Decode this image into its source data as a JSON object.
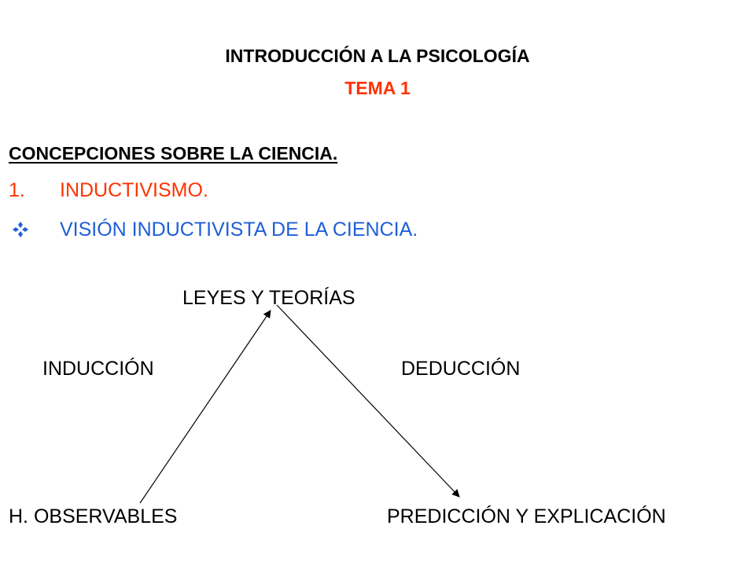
{
  "slide": {
    "title": "INTRODUCCIÓN A LA PSICOLOGÍA",
    "subtitle": "TEMA 1",
    "heading": "CONCEPCIONES SOBRE LA CIENCIA.",
    "numbered_item": {
      "number": "1.",
      "text": "INDUCTIVISMO."
    },
    "bullet_item": {
      "icon": "diamond-bullet-icon",
      "text": "VISIÓN INDUCTIVISTA DE LA CIENCIA."
    }
  },
  "diagram": {
    "top_node": "LEYES Y TEORÍAS",
    "left_label": "INDUCCIÓN",
    "right_label": "DEDUCCIÓN",
    "bottom_left_node": "H. OBSERVABLES",
    "bottom_right_node": "PREDICCIÓN Y EXPLICACIÓN"
  },
  "colors": {
    "accent_red": "#ff3300",
    "accent_blue": "#1f5fd6",
    "text": "#000000",
    "background": "#ffffff"
  }
}
